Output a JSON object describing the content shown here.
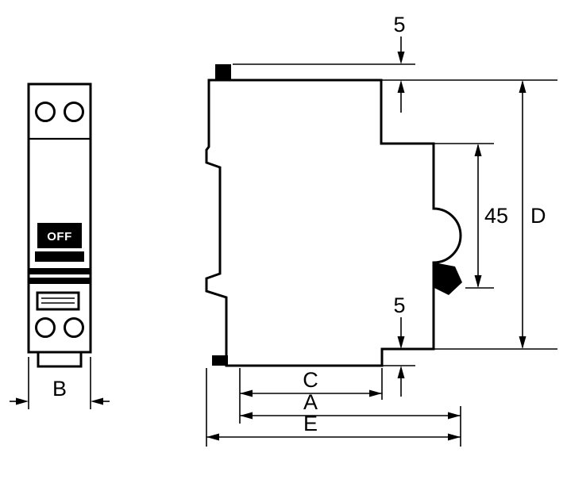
{
  "colors": {
    "ink": "#000000",
    "paper": "#ffffff"
  },
  "front_view": {
    "switch_label": "OFF",
    "width_label": "B"
  },
  "side_view": {
    "top_clearance_label": "5",
    "bottom_clearance_label": "5",
    "recess_height_label": "45",
    "overall_height_label": "D",
    "front_depth_label": "C",
    "body_depth_label": "A",
    "overall_depth_label": "E"
  }
}
